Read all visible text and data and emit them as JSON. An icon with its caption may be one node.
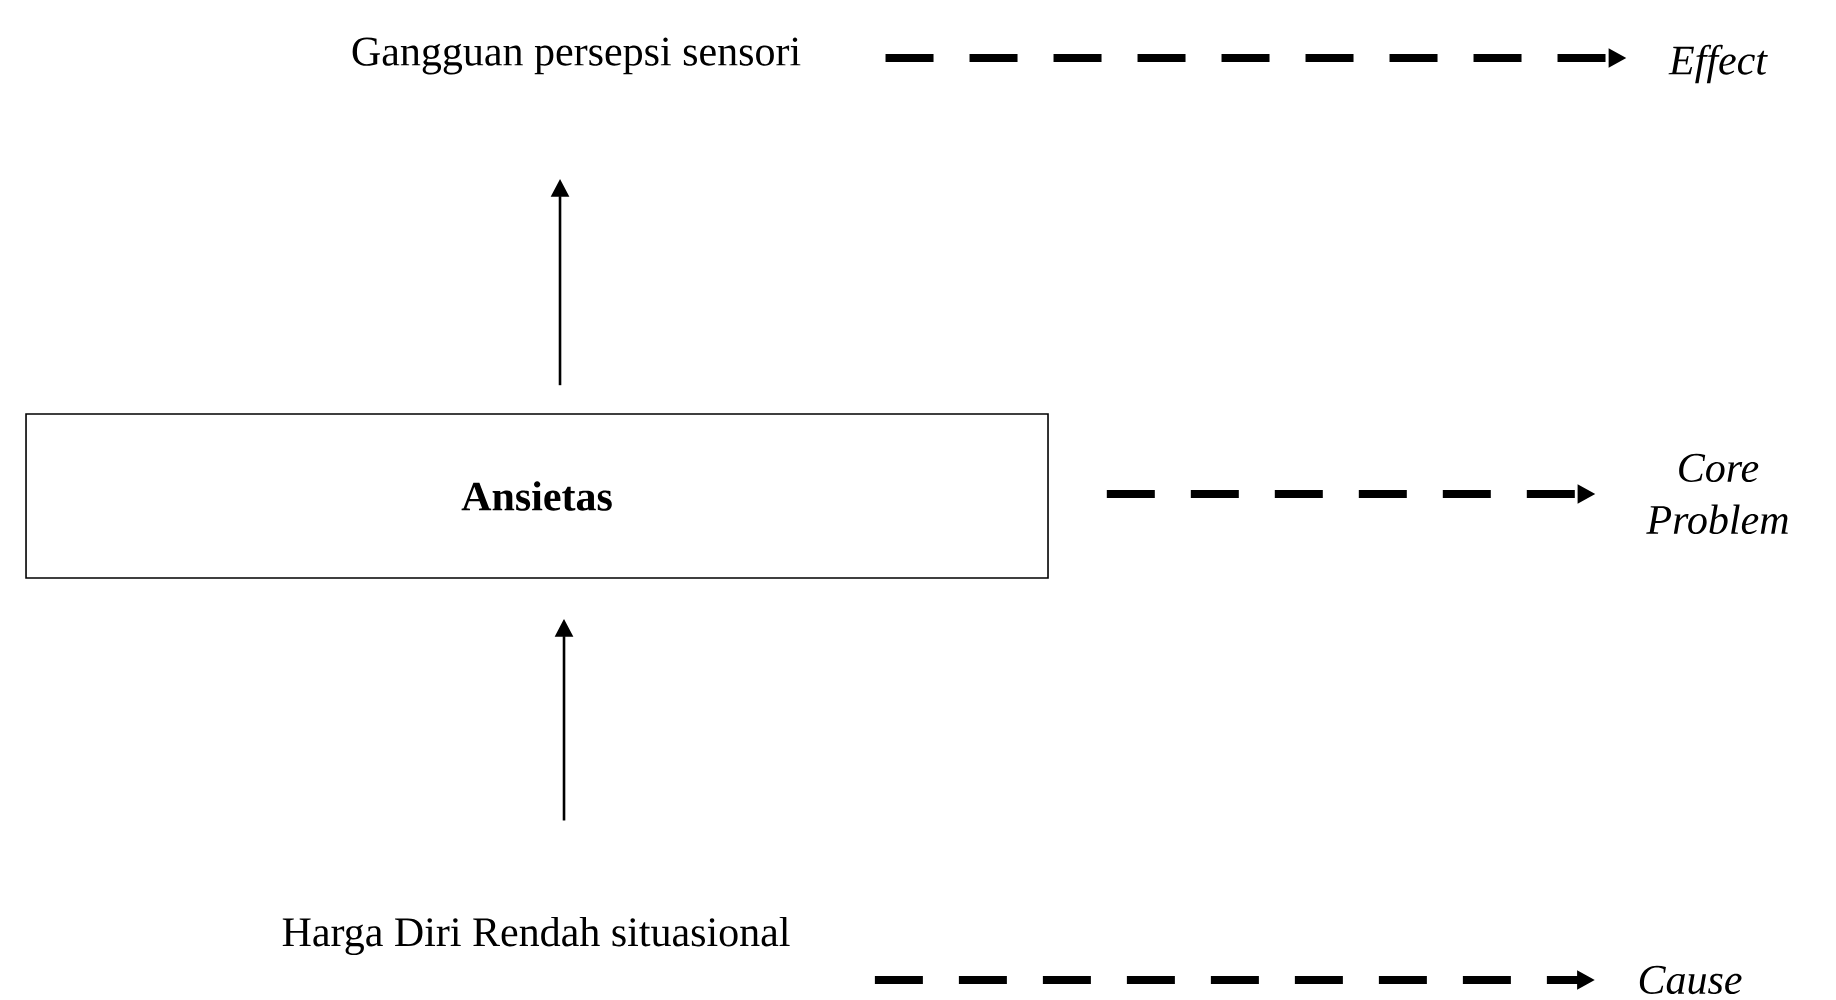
{
  "diagram": {
    "nodes": [
      {
        "text": [
          "Gangguan persepsi sensori"
        ]
      },
      {
        "text": [
          "Effect"
        ]
      },
      {
        "text": [
          "Ansietas"
        ]
      },
      {
        "text": [
          "Core Problem"
        ]
      },
      {
        "text": [
          "Harga Diri Rendah situasional"
        ]
      },
      {
        "text": [
          "Cause"
        ]
      }
    ],
    "edges": [
      {
        "from": 4,
        "to": 2,
        "arrow": "to"
      },
      {
        "from": 2,
        "to": 0,
        "arrow": "to"
      },
      {
        "from": 0,
        "to": 1,
        "arrow": "to",
        "style": "dashed"
      },
      {
        "from": 2,
        "to": 3,
        "arrow": "to",
        "style": "dashed"
      },
      {
        "from": 4,
        "to": 5,
        "arrow": "to",
        "style": "dashed"
      }
    ]
  }
}
